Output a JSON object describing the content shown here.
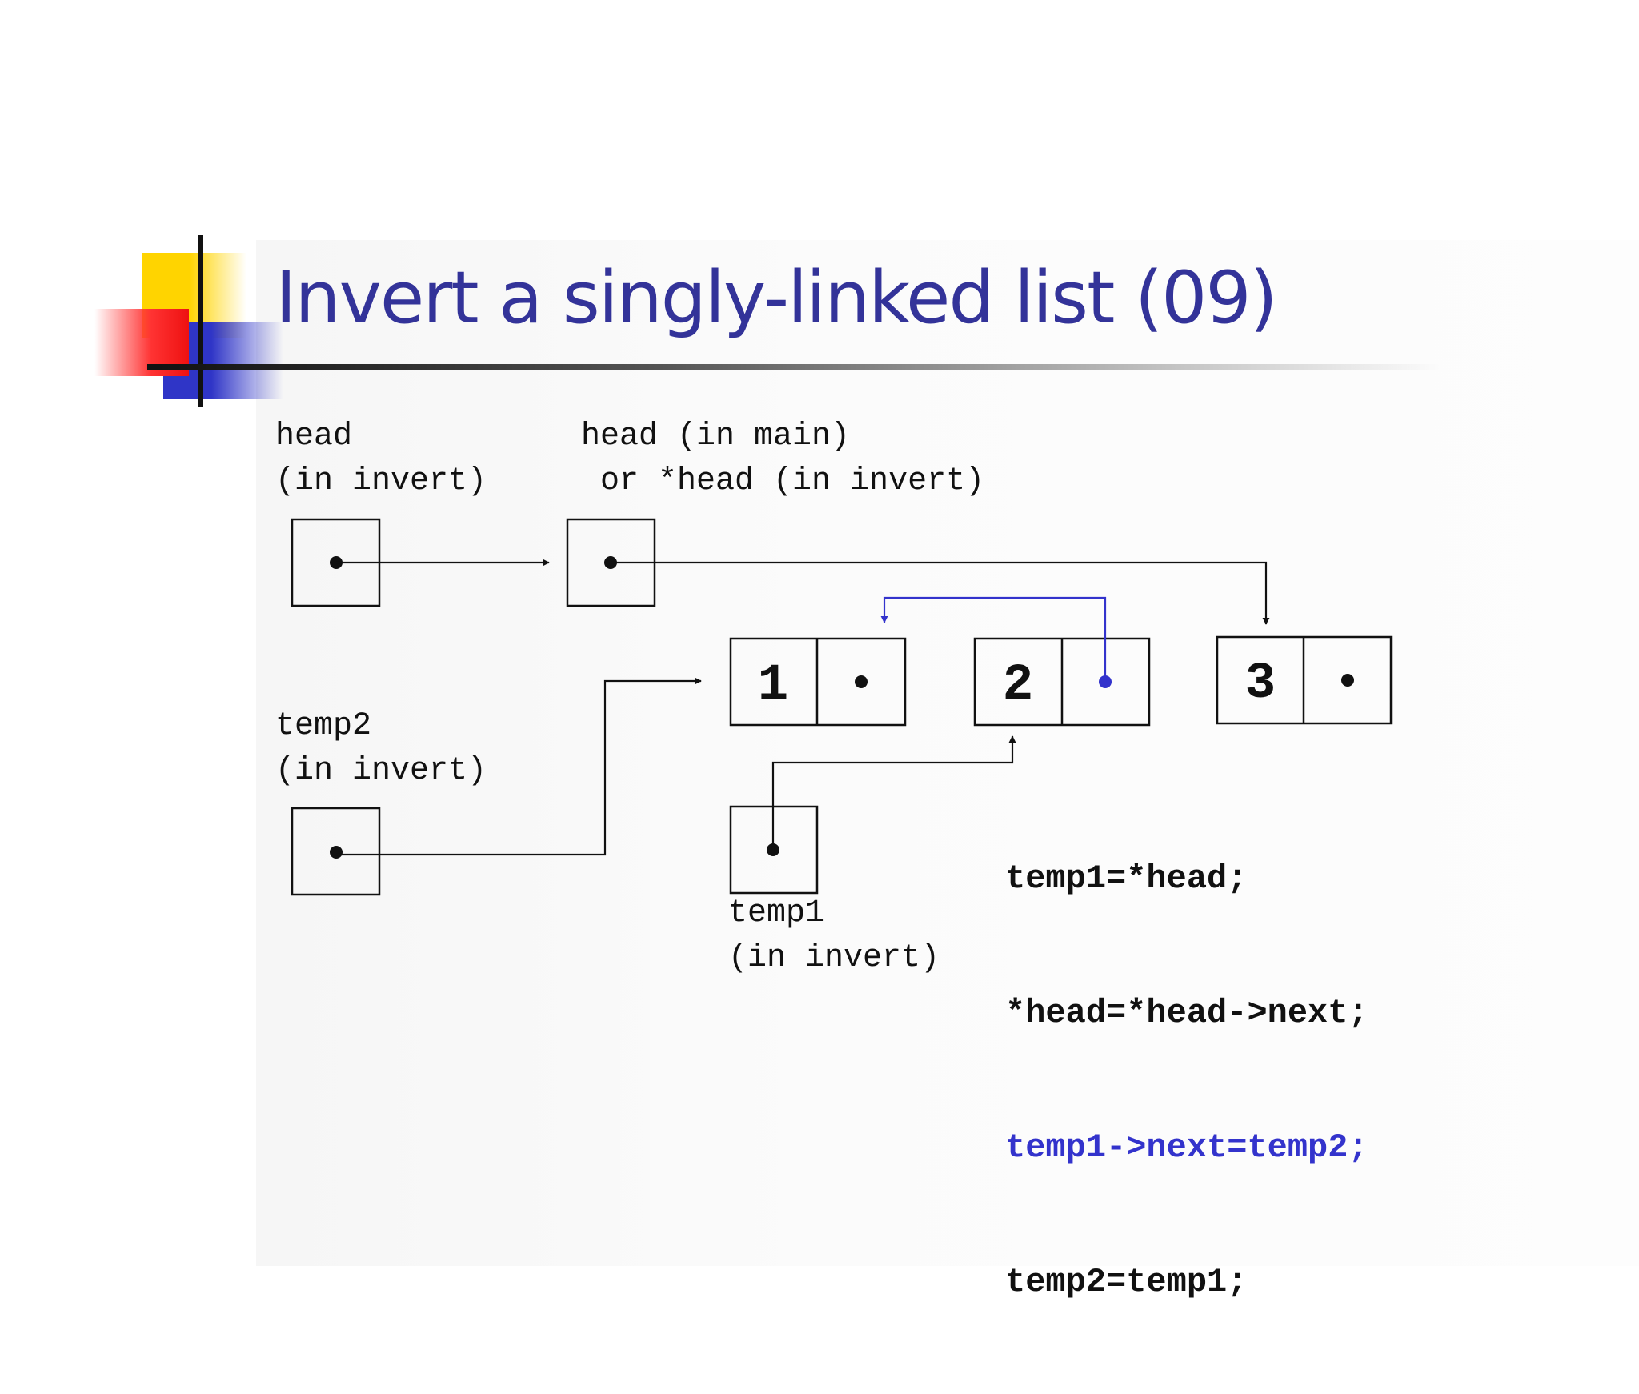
{
  "slide": {
    "title": "Invert a singly-linked list (09)"
  },
  "labels": {
    "head_invert": "head\n(in invert)",
    "head_main": "head (in main)\n or *head (in invert)",
    "temp2": "temp2\n(in invert)",
    "temp1": "temp1\n(in invert)"
  },
  "nodes": [
    {
      "value": "1"
    },
    {
      "value": "2"
    },
    {
      "value": "3"
    }
  ],
  "code": [
    {
      "text": "temp1=*head;",
      "highlight": false
    },
    {
      "text": "*head=*head->next;",
      "highlight": false
    },
    {
      "text": "temp1->next=temp2;",
      "highlight": true
    },
    {
      "text": "temp2=temp1;",
      "highlight": false
    }
  ],
  "colors": {
    "title": "#333399",
    "highlight": "#3333cc",
    "text": "#111111"
  }
}
